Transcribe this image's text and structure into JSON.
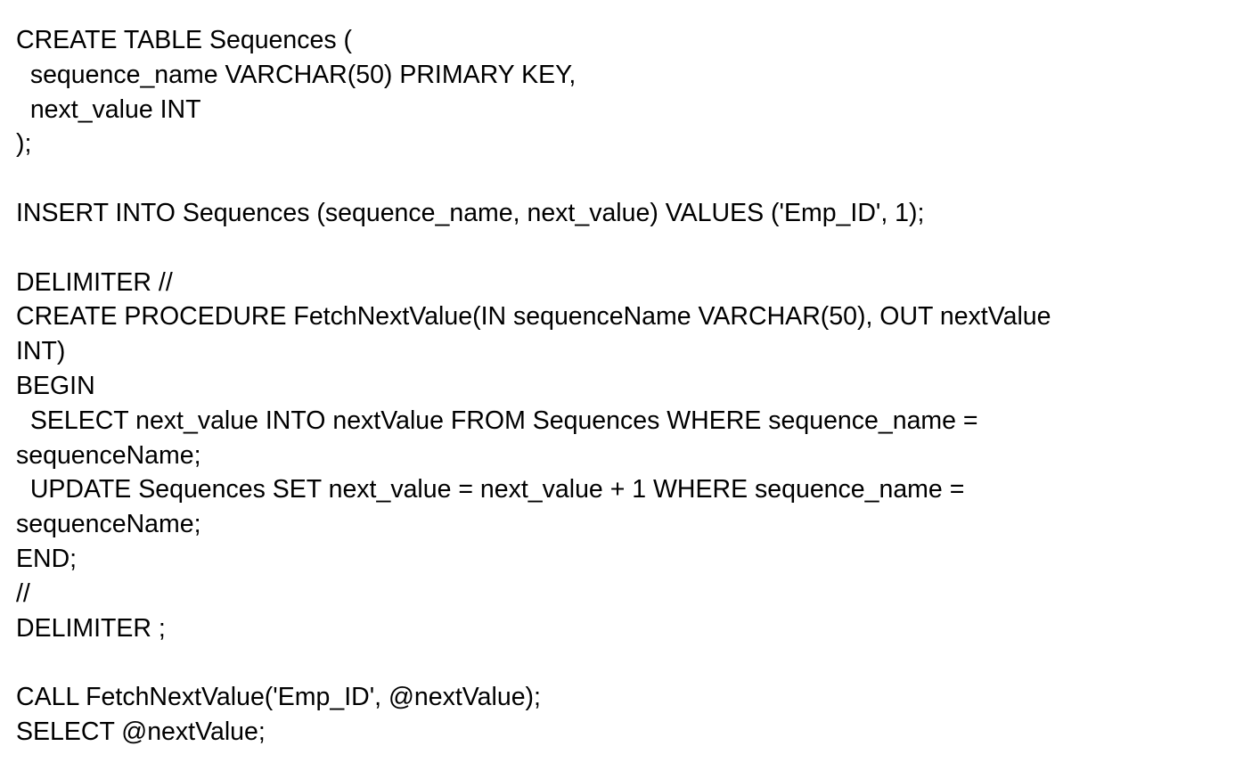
{
  "code_lines": [
    "CREATE TABLE Sequences (",
    "  sequence_name VARCHAR(50) PRIMARY KEY,",
    "  next_value INT",
    ");",
    "",
    "INSERT INTO Sequences (sequence_name, next_value) VALUES ('Emp_ID', 1);",
    "",
    "DELIMITER //",
    "CREATE PROCEDURE FetchNextValue(IN sequenceName VARCHAR(50), OUT nextValue",
    "INT)",
    "BEGIN",
    "  SELECT next_value INTO nextValue FROM Sequences WHERE sequence_name =",
    "sequenceName;",
    "  UPDATE Sequences SET next_value = next_value + 1 WHERE sequence_name =",
    "sequenceName;",
    "END;",
    "//",
    "DELIMITER ;",
    "",
    "CALL FetchNextValue('Emp_ID', @nextValue);",
    "SELECT @nextValue;"
  ]
}
